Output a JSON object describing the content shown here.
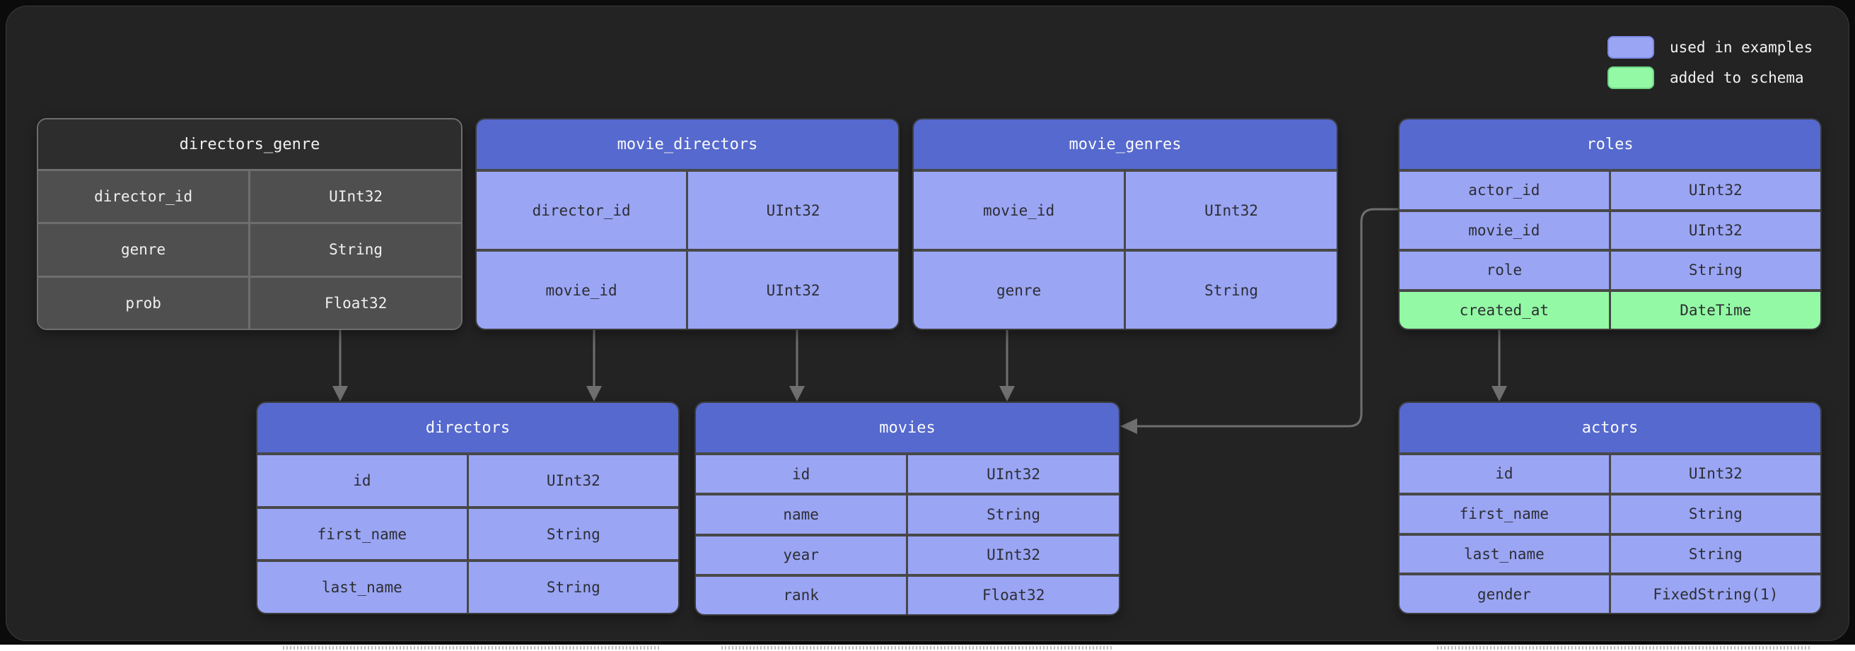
{
  "legend": {
    "items": [
      {
        "label": "used in examples",
        "color": "#9aa5f4"
      },
      {
        "label": "added to schema",
        "color": "#93f9a4"
      }
    ]
  },
  "tables": {
    "directors_genre": {
      "title": "directors_genre",
      "theme": "gray",
      "rows": [
        {
          "field": "director_id",
          "type": "UInt32"
        },
        {
          "field": "genre",
          "type": "String"
        },
        {
          "field": "prob",
          "type": "Float32"
        }
      ]
    },
    "movie_directors": {
      "title": "movie_directors",
      "theme": "blue",
      "rows": [
        {
          "field": "director_id",
          "type": "UInt32"
        },
        {
          "field": "movie_id",
          "type": "UInt32"
        }
      ]
    },
    "movie_genres": {
      "title": "movie_genres",
      "theme": "blue",
      "rows": [
        {
          "field": "movie_id",
          "type": "UInt32"
        },
        {
          "field": "genre",
          "type": "String"
        }
      ]
    },
    "roles": {
      "title": "roles",
      "theme": "blue",
      "rows": [
        {
          "field": "actor_id",
          "type": "UInt32"
        },
        {
          "field": "movie_id",
          "type": "UInt32"
        },
        {
          "field": "role",
          "type": "String"
        },
        {
          "field": "created_at",
          "type": "DateTime",
          "highlight": "added to schema"
        }
      ]
    },
    "directors": {
      "title": "directors",
      "theme": "blue",
      "rows": [
        {
          "field": "id",
          "type": "UInt32"
        },
        {
          "field": "first_name",
          "type": "String"
        },
        {
          "field": "last_name",
          "type": "String"
        }
      ]
    },
    "movies": {
      "title": "movies",
      "theme": "blue",
      "rows": [
        {
          "field": "id",
          "type": "UInt32"
        },
        {
          "field": "name",
          "type": "String"
        },
        {
          "field": "year",
          "type": "UInt32"
        },
        {
          "field": "rank",
          "type": "Float32"
        }
      ]
    },
    "actors": {
      "title": "actors",
      "theme": "blue",
      "rows": [
        {
          "field": "id",
          "type": "UInt32"
        },
        {
          "field": "first_name",
          "type": "String"
        },
        {
          "field": "last_name",
          "type": "String"
        },
        {
          "field": "gender",
          "type": "FixedString(1)"
        }
      ]
    }
  },
  "relations": [
    {
      "from": "directors_genre",
      "to": "directors"
    },
    {
      "from": "movie_directors",
      "to": "directors"
    },
    {
      "from": "movie_directors",
      "to": "movies"
    },
    {
      "from": "movie_genres",
      "to": "movies"
    },
    {
      "from": "roles",
      "to": "movies"
    },
    {
      "from": "roles",
      "to": "actors"
    }
  ],
  "colors": {
    "panel_background": "#232323",
    "outer_background": "#0b0b0b",
    "table_header_blue": "#5569ce",
    "table_row_blue": "#9aa5f4",
    "table_row_green": "#93f9a4",
    "table_header_gray": "#2d2d2d",
    "table_row_gray": "#4f4f4f",
    "arrow_gray": "#6f6f6f"
  }
}
